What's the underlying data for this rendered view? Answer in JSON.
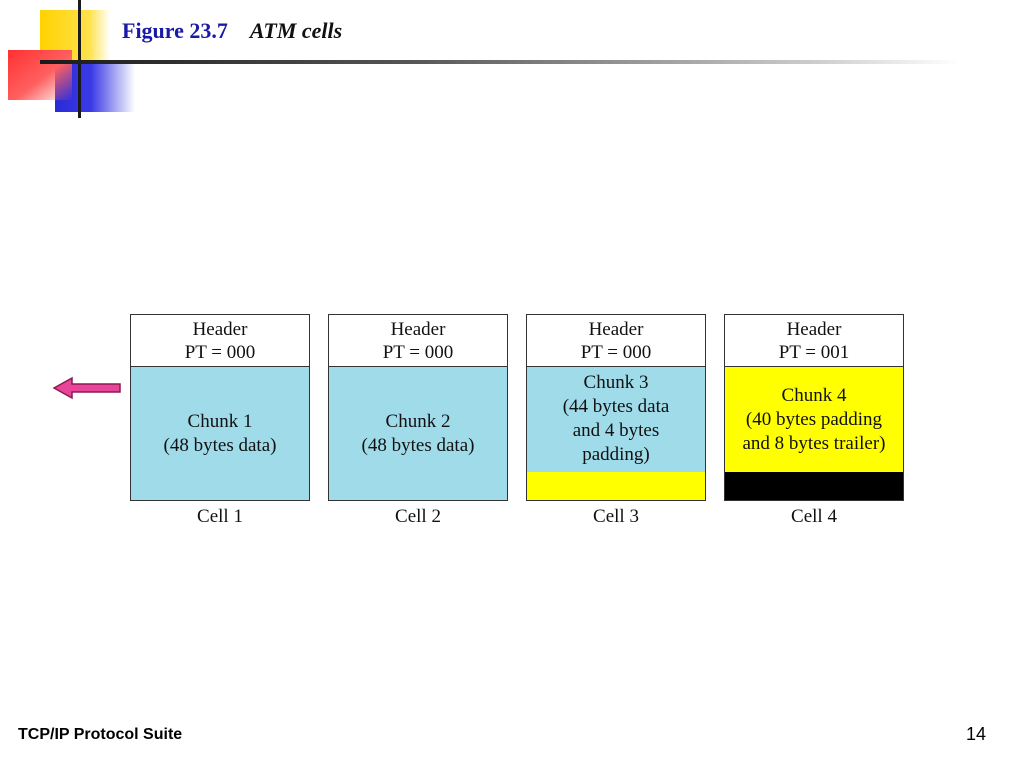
{
  "slide": {
    "figure_label": "Figure 23.7",
    "figure_caption": "ATM cells",
    "footer_title": "TCP/IP Protocol Suite",
    "page_number": "14"
  },
  "cells": [
    {
      "header_line1": "Header",
      "header_line2": "PT = 000",
      "data_lines": [
        "Chunk 1",
        "(48 bytes data)"
      ],
      "caption": "Cell 1"
    },
    {
      "header_line1": "Header",
      "header_line2": "PT = 000",
      "data_lines": [
        "Chunk 2",
        "(48 bytes data)"
      ],
      "caption": "Cell 2"
    },
    {
      "header_line1": "Header",
      "header_line2": "PT = 000",
      "data_lines": [
        "Chunk 3",
        "(44 bytes data",
        "and 4 bytes",
        "padding)"
      ],
      "caption": "Cell 3"
    },
    {
      "header_line1": "Header",
      "header_line2": "PT = 001",
      "data_lines": [
        "Chunk 4",
        "(40 bytes padding",
        "and 8 bytes trailer)"
      ],
      "caption": "Cell 4"
    }
  ],
  "colors": {
    "title": "#1a1aa8",
    "data_fill": "#9fdbe9",
    "padding_fill": "#ffff00",
    "trailer_fill": "#000000",
    "arrow_fill": "#e8449a"
  }
}
